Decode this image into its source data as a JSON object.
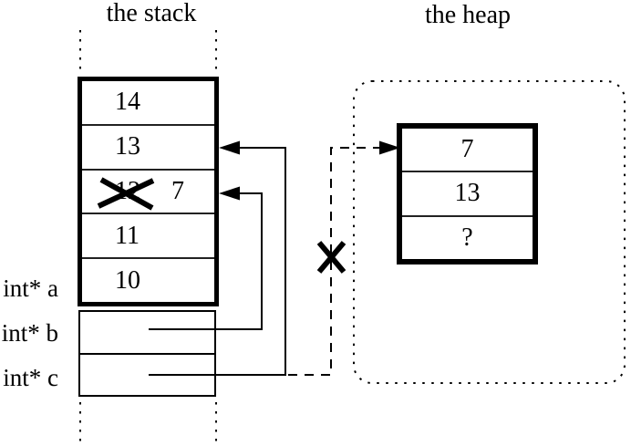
{
  "stack": {
    "title": "the stack",
    "rows": [
      {
        "value": "14"
      },
      {
        "value": "13"
      },
      {
        "value": "12",
        "crossed_out": true,
        "replacement": "7"
      },
      {
        "value": "11"
      },
      {
        "value": "10"
      }
    ],
    "variables": [
      {
        "label": "int* a"
      },
      {
        "label": "int* b"
      },
      {
        "label": "int* c"
      }
    ]
  },
  "heap": {
    "title": "the heap",
    "rows": [
      {
        "value": "7"
      },
      {
        "value": "13"
      },
      {
        "value": "?"
      }
    ]
  },
  "annotations": {
    "crossout_x": "X over old stack value 12",
    "invalidated_x": "X over dashed pointer to freed heap block"
  },
  "colors": {
    "line": "#000000",
    "background": "#ffffff",
    "text": "#000000"
  }
}
